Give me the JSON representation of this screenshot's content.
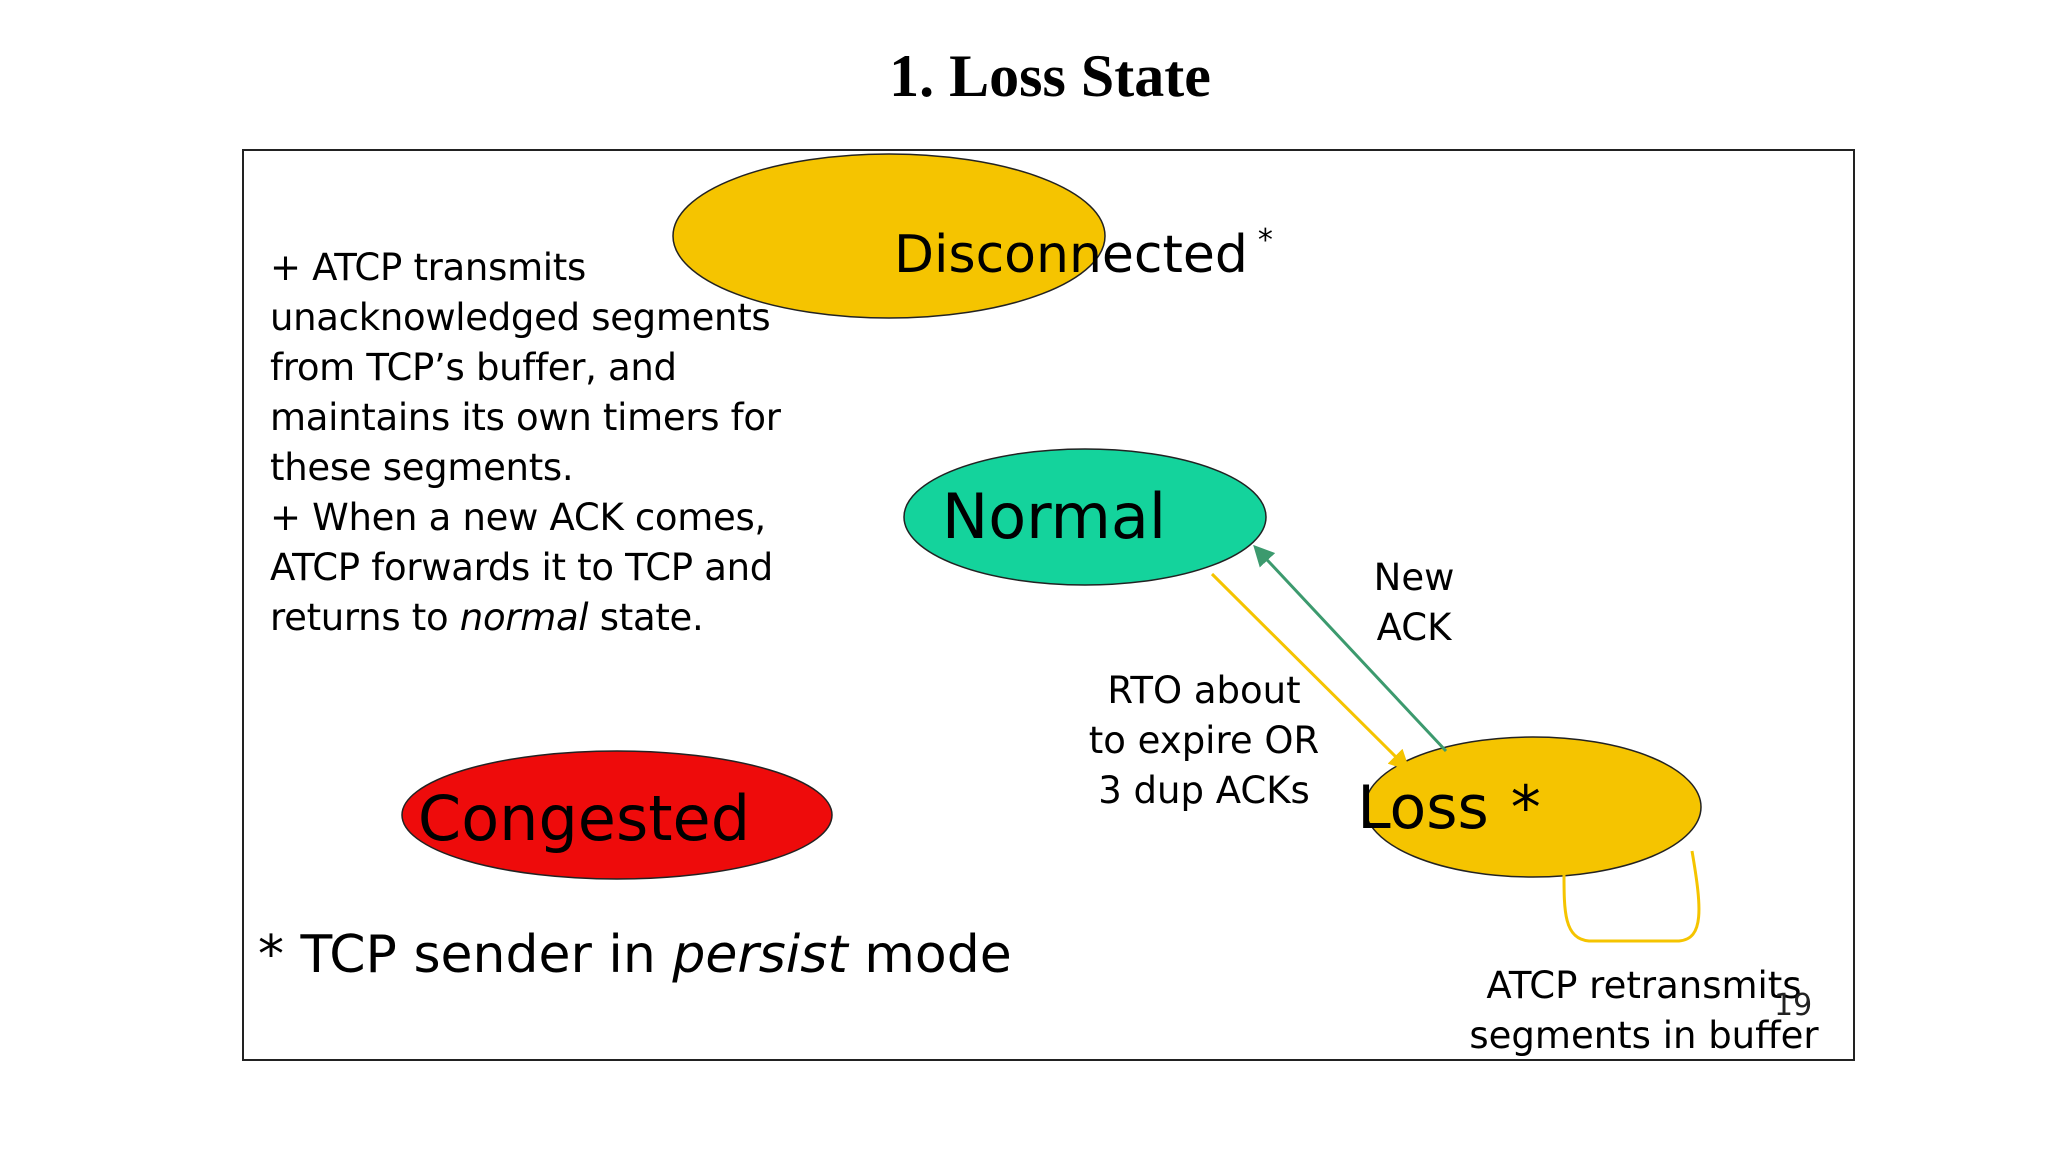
{
  "slide_title": "1. Loss State",
  "description": {
    "part1": "+ ATCP transmits unacknowledged segments from TCP’s buffer, and maintains its own timers for these segments.",
    "part2": "+ When a new ACK comes, ATCP forwards it to TCP and returns to",
    "emphasis": "normal",
    "part3": "state."
  },
  "states": {
    "disconnected": {
      "label": "Disconnected",
      "mark": "*",
      "fill": "#f5c400"
    },
    "normal": {
      "label": "Normal",
      "fill": "#14d39c"
    },
    "loss": {
      "label": "Loss",
      "mark": "*",
      "fill": "#f5c400"
    },
    "congested": {
      "label": "Congested",
      "fill": "#ee0b0b"
    }
  },
  "transitions": {
    "new_ack": {
      "line1": "New",
      "line2": "ACK",
      "color": "#3c9a6e"
    },
    "rto": {
      "line1": "RTO about",
      "line2": "to expire OR",
      "line3": "3 dup ACKs",
      "color": "#f5c400"
    },
    "retransmit": {
      "line1": "ATCP retransmits",
      "line2": "segments in buffer",
      "color": "#f5c400"
    }
  },
  "footnote": {
    "prefix": "* TCP sender in",
    "emphasis": "persist",
    "suffix": "mode"
  },
  "page_number": "19"
}
